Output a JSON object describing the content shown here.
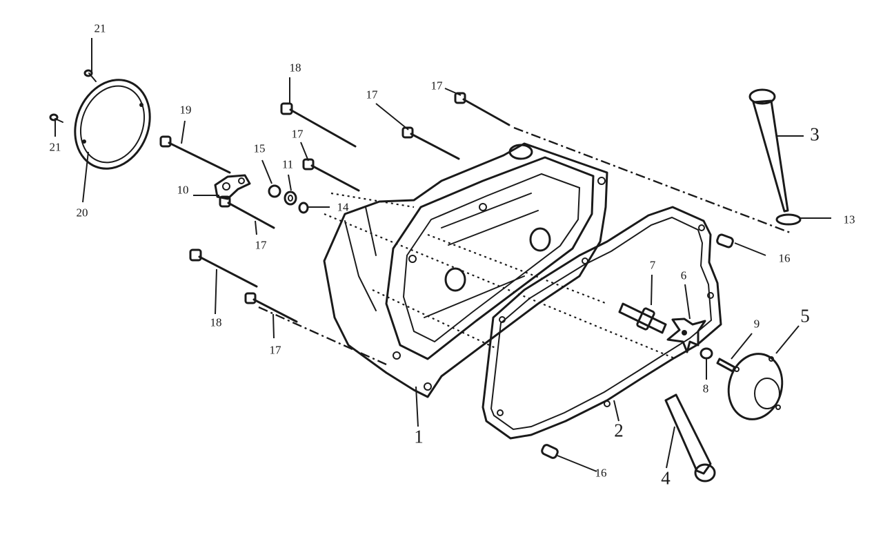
{
  "callouts": [
    {
      "id": "c21a",
      "text": "21"
    },
    {
      "id": "c21b",
      "text": "21"
    },
    {
      "id": "c20",
      "text": "20"
    },
    {
      "id": "c19",
      "text": "19"
    },
    {
      "id": "c10",
      "text": "10"
    },
    {
      "id": "c18a",
      "text": "18"
    },
    {
      "id": "c15",
      "text": "15"
    },
    {
      "id": "c11",
      "text": "11"
    },
    {
      "id": "c14",
      "text": "14"
    },
    {
      "id": "c17a",
      "text": "17"
    },
    {
      "id": "c17b",
      "text": "17"
    },
    {
      "id": "c17c",
      "text": "17"
    },
    {
      "id": "c17d",
      "text": "17"
    },
    {
      "id": "c17e",
      "text": "17"
    },
    {
      "id": "c18b",
      "text": "18"
    },
    {
      "id": "c3",
      "text": "3"
    },
    {
      "id": "c13",
      "text": "13"
    },
    {
      "id": "c16a",
      "text": "16"
    },
    {
      "id": "c16b",
      "text": "16"
    },
    {
      "id": "c7",
      "text": "7"
    },
    {
      "id": "c6",
      "text": "6"
    },
    {
      "id": "c9",
      "text": "9"
    },
    {
      "id": "c5",
      "text": "5"
    },
    {
      "id": "c8",
      "text": "8"
    },
    {
      "id": "c1",
      "text": "1"
    },
    {
      "id": "c2",
      "text": "2"
    },
    {
      "id": "c4",
      "text": "4"
    }
  ]
}
